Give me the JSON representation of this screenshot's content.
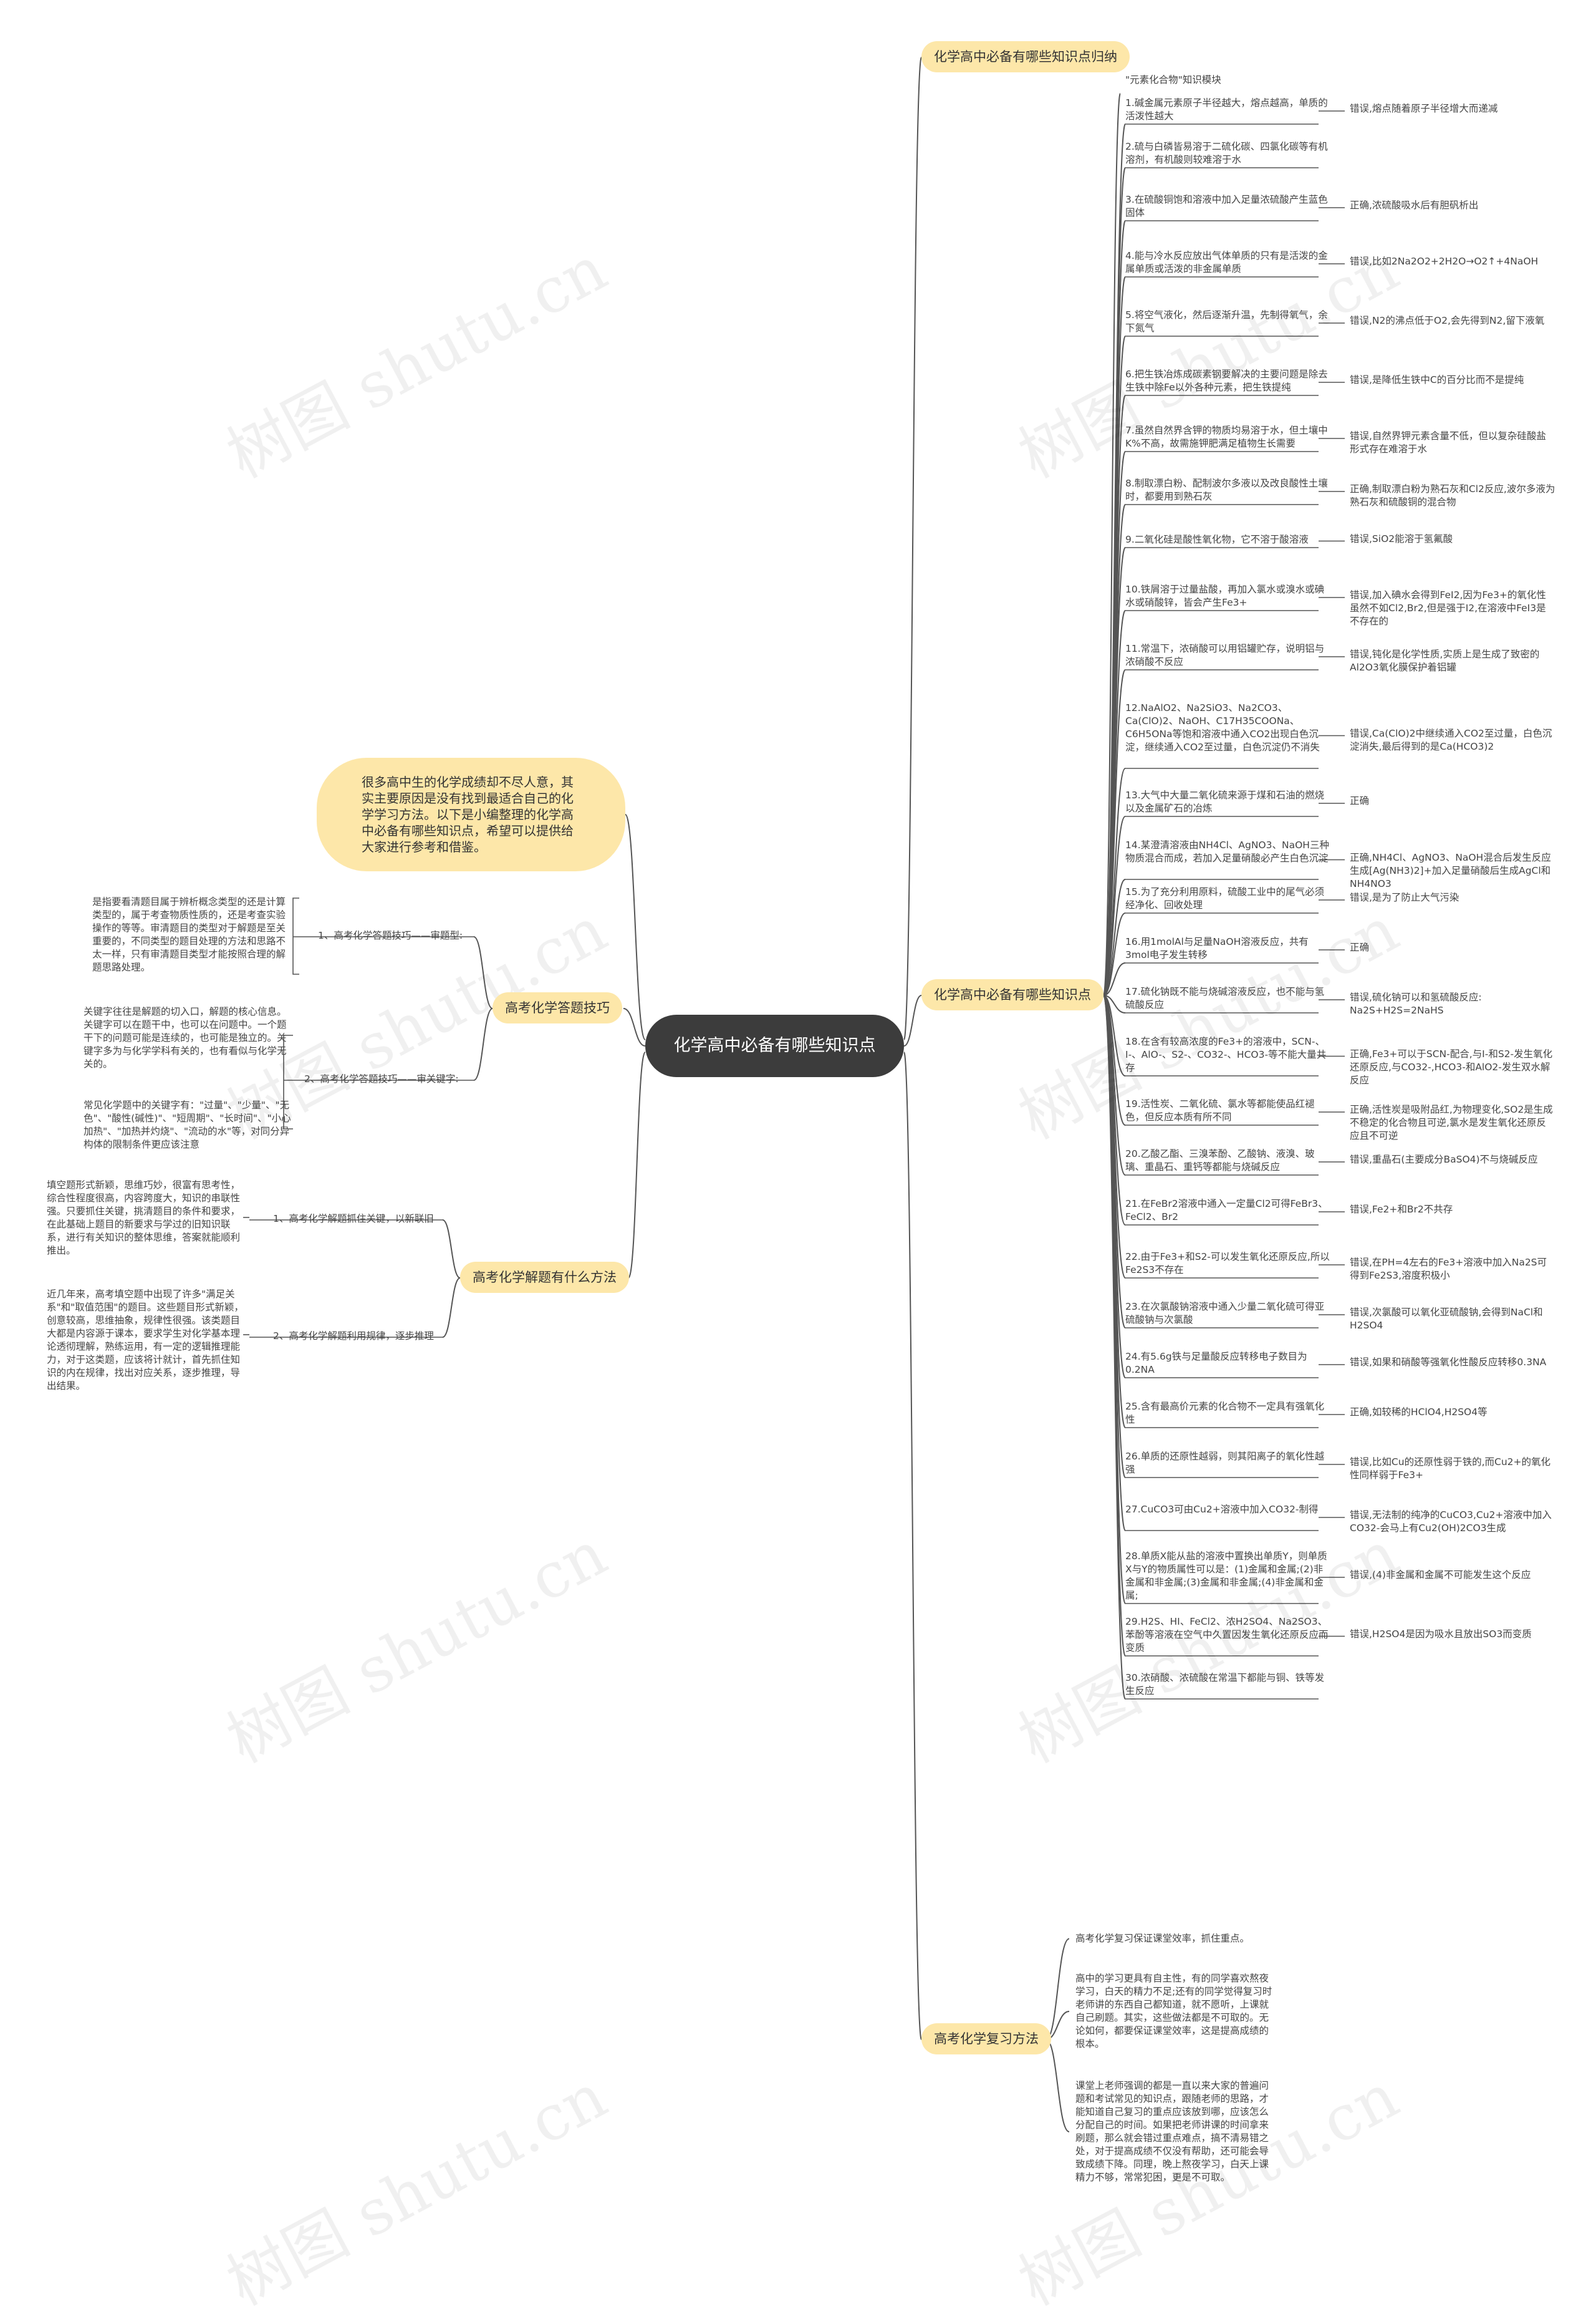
{
  "root": "化学高中必备有哪些知识点",
  "intro": "很多高中生的化学成绩却不尽人意，其实主要原因是没有找到最适合自己的化学学习方法。以下是小编整理的化学高中必备有哪些知识点，希望可以提供给大家进行参考和借鉴。",
  "watermark": "树图 shutu.cn",
  "branches": {
    "summary": "化学高中必备有哪些知识点归纳",
    "knowledge": "化学高中必备有哪些知识点",
    "review": "高考化学复习方法",
    "answer": "高考化学答题技巧",
    "solve": "高考化学解题有什么方法"
  },
  "knowledge_header": "\"元素化合物\"知识模块",
  "knowledge_items": [
    {
      "q": "1.碱金属元素原子半径越大，熔点越高，单质的活泼性越大",
      "a": "错误,熔点随着原子半径增大而递减"
    },
    {
      "q": "2.硫与白磷皆易溶于二硫化碳、四氯化碳等有机溶剂，有机酸则较难溶于水",
      "a": ""
    },
    {
      "q": "3.在硫酸铜饱和溶液中加入足量浓硫酸产生蓝色固体",
      "a": "正确,浓硫酸吸水后有胆矾析出"
    },
    {
      "q": "4.能与冷水反应放出气体单质的只有是活泼的金属单质或活泼的非金属单质",
      "a": "错误,比如2Na2O2+2H2O→O2↑+4NaOH"
    },
    {
      "q": "5.将空气液化，然后逐渐升温，先制得氧气，余下氮气",
      "a": "错误,N2的沸点低于O2,会先得到N2,留下液氧"
    },
    {
      "q": "6.把生铁冶炼成碳素钢要解决的主要问题是除去生铁中除Fe以外各种元素，把生铁提纯",
      "a": "错误,是降低生铁中C的百分比而不是提纯"
    },
    {
      "q": "7.虽然自然界含钾的物质均易溶于水，但土壤中K%不高，故需施钾肥满足植物生长需要",
      "a": "错误,自然界钾元素含量不低，但以复杂硅酸盐形式存在难溶于水"
    },
    {
      "q": "8.制取漂白粉、配制波尔多液以及改良酸性土壤时，都要用到熟石灰",
      "a": "正确,制取漂白粉为熟石灰和Cl2反应,波尔多液为熟石灰和硫酸铜的混合物"
    },
    {
      "q": "9.二氧化硅是酸性氧化物，它不溶于酸溶液",
      "a": "错误,SiO2能溶于氢氟酸"
    },
    {
      "q": "10.铁屑溶于过量盐酸，再加入氯水或溴水或碘水或硝酸锌，皆会产生Fe3+",
      "a": "错误,加入碘水会得到FeI2,因为Fe3+的氧化性虽然不如Cl2,Br2,但是强于I2,在溶液中FeI3是不存在的"
    },
    {
      "q": "11.常温下，浓硝酸可以用铝罐贮存，说明铝与浓硝酸不反应",
      "a": "错误,钝化是化学性质,实质上是生成了致密的Al2O3氧化膜保护着铝罐"
    },
    {
      "q": "12.NaAlO2、Na2SiO3、Na2CO3、Ca(ClO)2、NaOH、C17H35COONa、C6H5ONa等饱和溶液中通入CO2出现白色沉淀，继续通入CO2至过量，白色沉淀仍不消失",
      "a": "错误,Ca(ClO)2中继续通入CO2至过量，白色沉淀消失,最后得到的是Ca(HCO3)2"
    },
    {
      "q": "13.大气中大量二氧化硫来源于煤和石油的燃烧以及金属矿石的冶炼",
      "a": "正确"
    },
    {
      "q": "14.某澄清溶液由NH4Cl、AgNO3、NaOH三种物质混合而成，若加入足量硝酸必产生白色沉淀",
      "a": "正确,NH4Cl、AgNO3、NaOH混合后发生反应生成[Ag(NH3)2]+加入足量硝酸后生成AgCl和NH4NO3"
    },
    {
      "q": "15.为了充分利用原料，硫酸工业中的尾气必须经净化、回收处理",
      "a": "错误,是为了防止大气污染"
    },
    {
      "q": "16.用1molAl与足量NaOH溶液反应，共有3mol电子发生转移",
      "a": "正确"
    },
    {
      "q": "17.硫化钠既不能与烧碱溶液反应，也不能与氢硫酸反应",
      "a": "错误,硫化钠可以和氢硫酸反应: Na2S+H2S=2NaHS"
    },
    {
      "q": "18.在含有较高浓度的Fe3+的溶液中，SCN-、I-、AlO-、S2-、CO32-、HCO3-等不能大量共存",
      "a": "正确,Fe3+可以于SCN-配合,与I-和S2-发生氧化还原反应,与CO32-,HCO3-和AlO2-发生双水解反应"
    },
    {
      "q": "19.活性炭、二氧化硫、氯水等都能使品红褪色，但反应本质有所不同",
      "a": "正确,活性炭是吸附品红,为物理变化,SO2是生成不稳定的化合物且可逆,氯水是发生氧化还原反应且不可逆"
    },
    {
      "q": "20.乙酸乙酯、三溴苯酚、乙酸钠、液溴、玻璃、重晶石、重钙等都能与烧碱反应",
      "a": "错误,重晶石(主要成分BaSO4)不与烧碱反应"
    },
    {
      "q": "21.在FeBr2溶液中通入一定量Cl2可得FeBr3、FeCl2、Br2",
      "a": "错误,Fe2+和Br2不共存"
    },
    {
      "q": "22.由于Fe3+和S2-可以发生氧化还原反应,所以Fe2S3不存在",
      "a": "错误,在PH=4左右的Fe3+溶液中加入Na2S可得到Fe2S3,溶度积极小"
    },
    {
      "q": "23.在次氯酸钠溶液中通入少量二氧化硫可得亚硫酸钠与次氯酸",
      "a": "错误,次氯酸可以氧化亚硫酸钠,会得到NaCl和H2SO4"
    },
    {
      "q": "24.有5.6g铁与足量酸反应转移电子数目为0.2NA",
      "a": "错误,如果和硝酸等强氧化性酸反应转移0.3NA"
    },
    {
      "q": "25.含有最高价元素的化合物不一定具有强氧化性",
      "a": "正确,如较稀的HClO4,H2SO4等"
    },
    {
      "q": "26.单质的还原性越弱，则其阳离子的氧化性越强",
      "a": "错误,比如Cu的还原性弱于铁的,而Cu2+的氧化性同样弱于Fe3+"
    },
    {
      "q": "27.CuCO3可由Cu2+溶液中加入CO32-制得",
      "a": "错误,无法制的纯净的CuCO3,Cu2+溶液中加入CO32-会马上有Cu2(OH)2CO3生成"
    },
    {
      "q": "28.单质X能从盐的溶液中置换出单质Y，则单质X与Y的物质属性可以是：(1)金属和金属;(2)非金属和非金属;(3)金属和非金属;(4)非金属和金属;",
      "a": "错误,(4)非金属和金属不可能发生这个反应"
    },
    {
      "q": "29.H2S、HI、FeCl2、浓H2SO4、Na2SO3、苯酚等溶液在空气中久置因发生氧化还原反应而变质",
      "a": "错误,H2SO4是因为吸水且放出SO3而变质"
    },
    {
      "q": "30.浓硝酸、浓硫酸在常温下都能与铜、铁等发生反应",
      "a": ""
    }
  ],
  "review_items": [
    "高考化学复习保证课堂效率，抓住重点。",
    "高中的学习更具有自主性，有的同学喜欢熬夜学习，白天的精力不足;还有的同学觉得复习时老师讲的东西自己都知道，就不愿听，上课就自己刷题。其实，这些做法都是不可取的。无论如何，都要保证课堂效率，这是提高成绩的根本。",
    "课堂上老师强调的都是一直以来大家的普遍问题和考试常见的知识点，跟随老师的思路，才能知道自己复习的重点应该放到哪，应该怎么分配自己的时间。如果把老师讲课的时间拿来刷题，那么就会错过重点难点，搞不清易错之处，对于提高成绩不仅没有帮助，还可能会导致成绩下降。同理，晚上熬夜学习，白天上课精力不够，常常犯困，更是不可取。"
  ],
  "answer_subs": [
    {
      "label": "1、高考化学答题技巧——审题型:",
      "texts": [
        "是指要看清题目属于辨析概念类型的还是计算类型的，属于考查物质性质的，还是考查实验操作的等等。审清题目的类型对于解题是至关重要的，不同类型的题目处理的方法和思路不太一样，只有审清题目类型才能按照合理的解题思路处理。"
      ]
    },
    {
      "label": "2、高考化学答题技巧——审关键字:",
      "texts": [
        "关键字往往是解题的切入口，解题的核心信息。关键字可以在题干中，也可以在问题中。一个题干下的问题可能是连续的，也可能是独立的。关键字多为与化学学科有关的，也有看似与化学无关的。",
        "常见化学题中的关键字有：\"过量\"、\"少量\"、\"无色\"、\"酸性(碱性)\"、\"短周期\"、\"长时间\"、\"小心加热\"、\"加热并灼烧\"、\"流动的水\"等，对同分异构体的限制条件更应该注意"
      ]
    }
  ],
  "solve_subs": [
    {
      "label": "1、高考化学解题抓住关键，以新联旧",
      "text": "填空题形式新颖，思维巧妙，很富有思考性，综合性程度很高，内容跨度大，知识的串联性强。只要抓住关键，挑清题目的条件和要求，在此基础上题目的新要求与学过的旧知识联系，进行有关知识的整体思维，答案就能顺利推出。"
    },
    {
      "label": "2、高考化学解题利用规律，逐步推理",
      "text": "近几年来，高考填空题中出现了许多\"满足关系\"和\"取值范围\"的题目。这些题目形式新颖，创意较高，思维抽象，规律性很强。该类题目大都是内容源于课本，要求学生对化学基本理论透彻理解，熟练运用，有一定的逻辑推理能力，对于这类题，应该将计就计，首先抓住知识的内在规律，找出对应关系，逐步推理，导出结果。"
    }
  ]
}
